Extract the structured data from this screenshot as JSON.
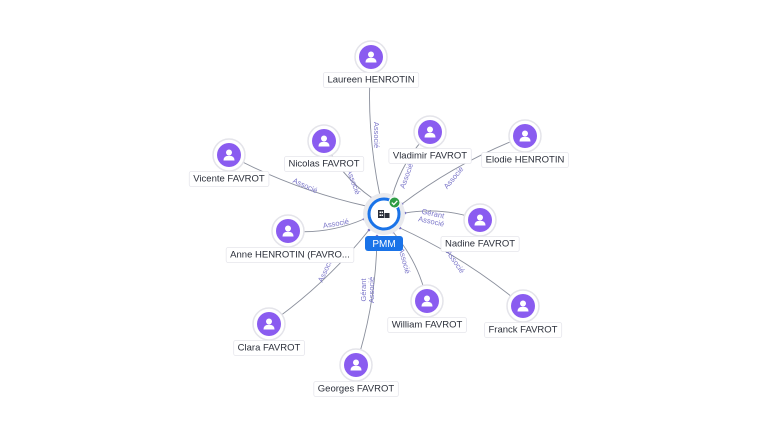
{
  "company": {
    "name": "PMM",
    "icon": "company-building-icon",
    "badge_icon": "verified-check-icon",
    "accent": "#1a73e8",
    "badge_color": "#2e9c45"
  },
  "person_color": "#8a5cf0",
  "person_icon": "person-icon",
  "persons": [
    {
      "id": "laureen",
      "label": "Laureen HENROTIN",
      "roles": [
        "Associé"
      ]
    },
    {
      "id": "nicolas",
      "label": "Nicolas FAVROT",
      "roles": [
        "Associé"
      ]
    },
    {
      "id": "vladimir",
      "label": "Vladimir FAVROT",
      "roles": [
        "Associé"
      ]
    },
    {
      "id": "elodie",
      "label": "Elodie HENROTIN",
      "roles": [
        "Associé"
      ]
    },
    {
      "id": "vicente",
      "label": "Vicente FAVROT",
      "roles": [
        "Associé"
      ]
    },
    {
      "id": "nadine",
      "label": "Nadine FAVROT",
      "roles": [
        "Gérant",
        "Associé"
      ]
    },
    {
      "id": "anne",
      "label": "Anne HENROTIN (FAVRO...",
      "roles": [
        "Associé"
      ]
    },
    {
      "id": "franck",
      "label": "Franck FAVROT",
      "roles": [
        "Associé"
      ]
    },
    {
      "id": "william",
      "label": "William FAVROT",
      "roles": [
        "Associé"
      ]
    },
    {
      "id": "clara",
      "label": "Clara FAVROT",
      "roles": [
        "Associé"
      ]
    },
    {
      "id": "georges",
      "label": "Georges FAVROT",
      "roles": [
        "Gérant",
        "Associé"
      ]
    }
  ]
}
